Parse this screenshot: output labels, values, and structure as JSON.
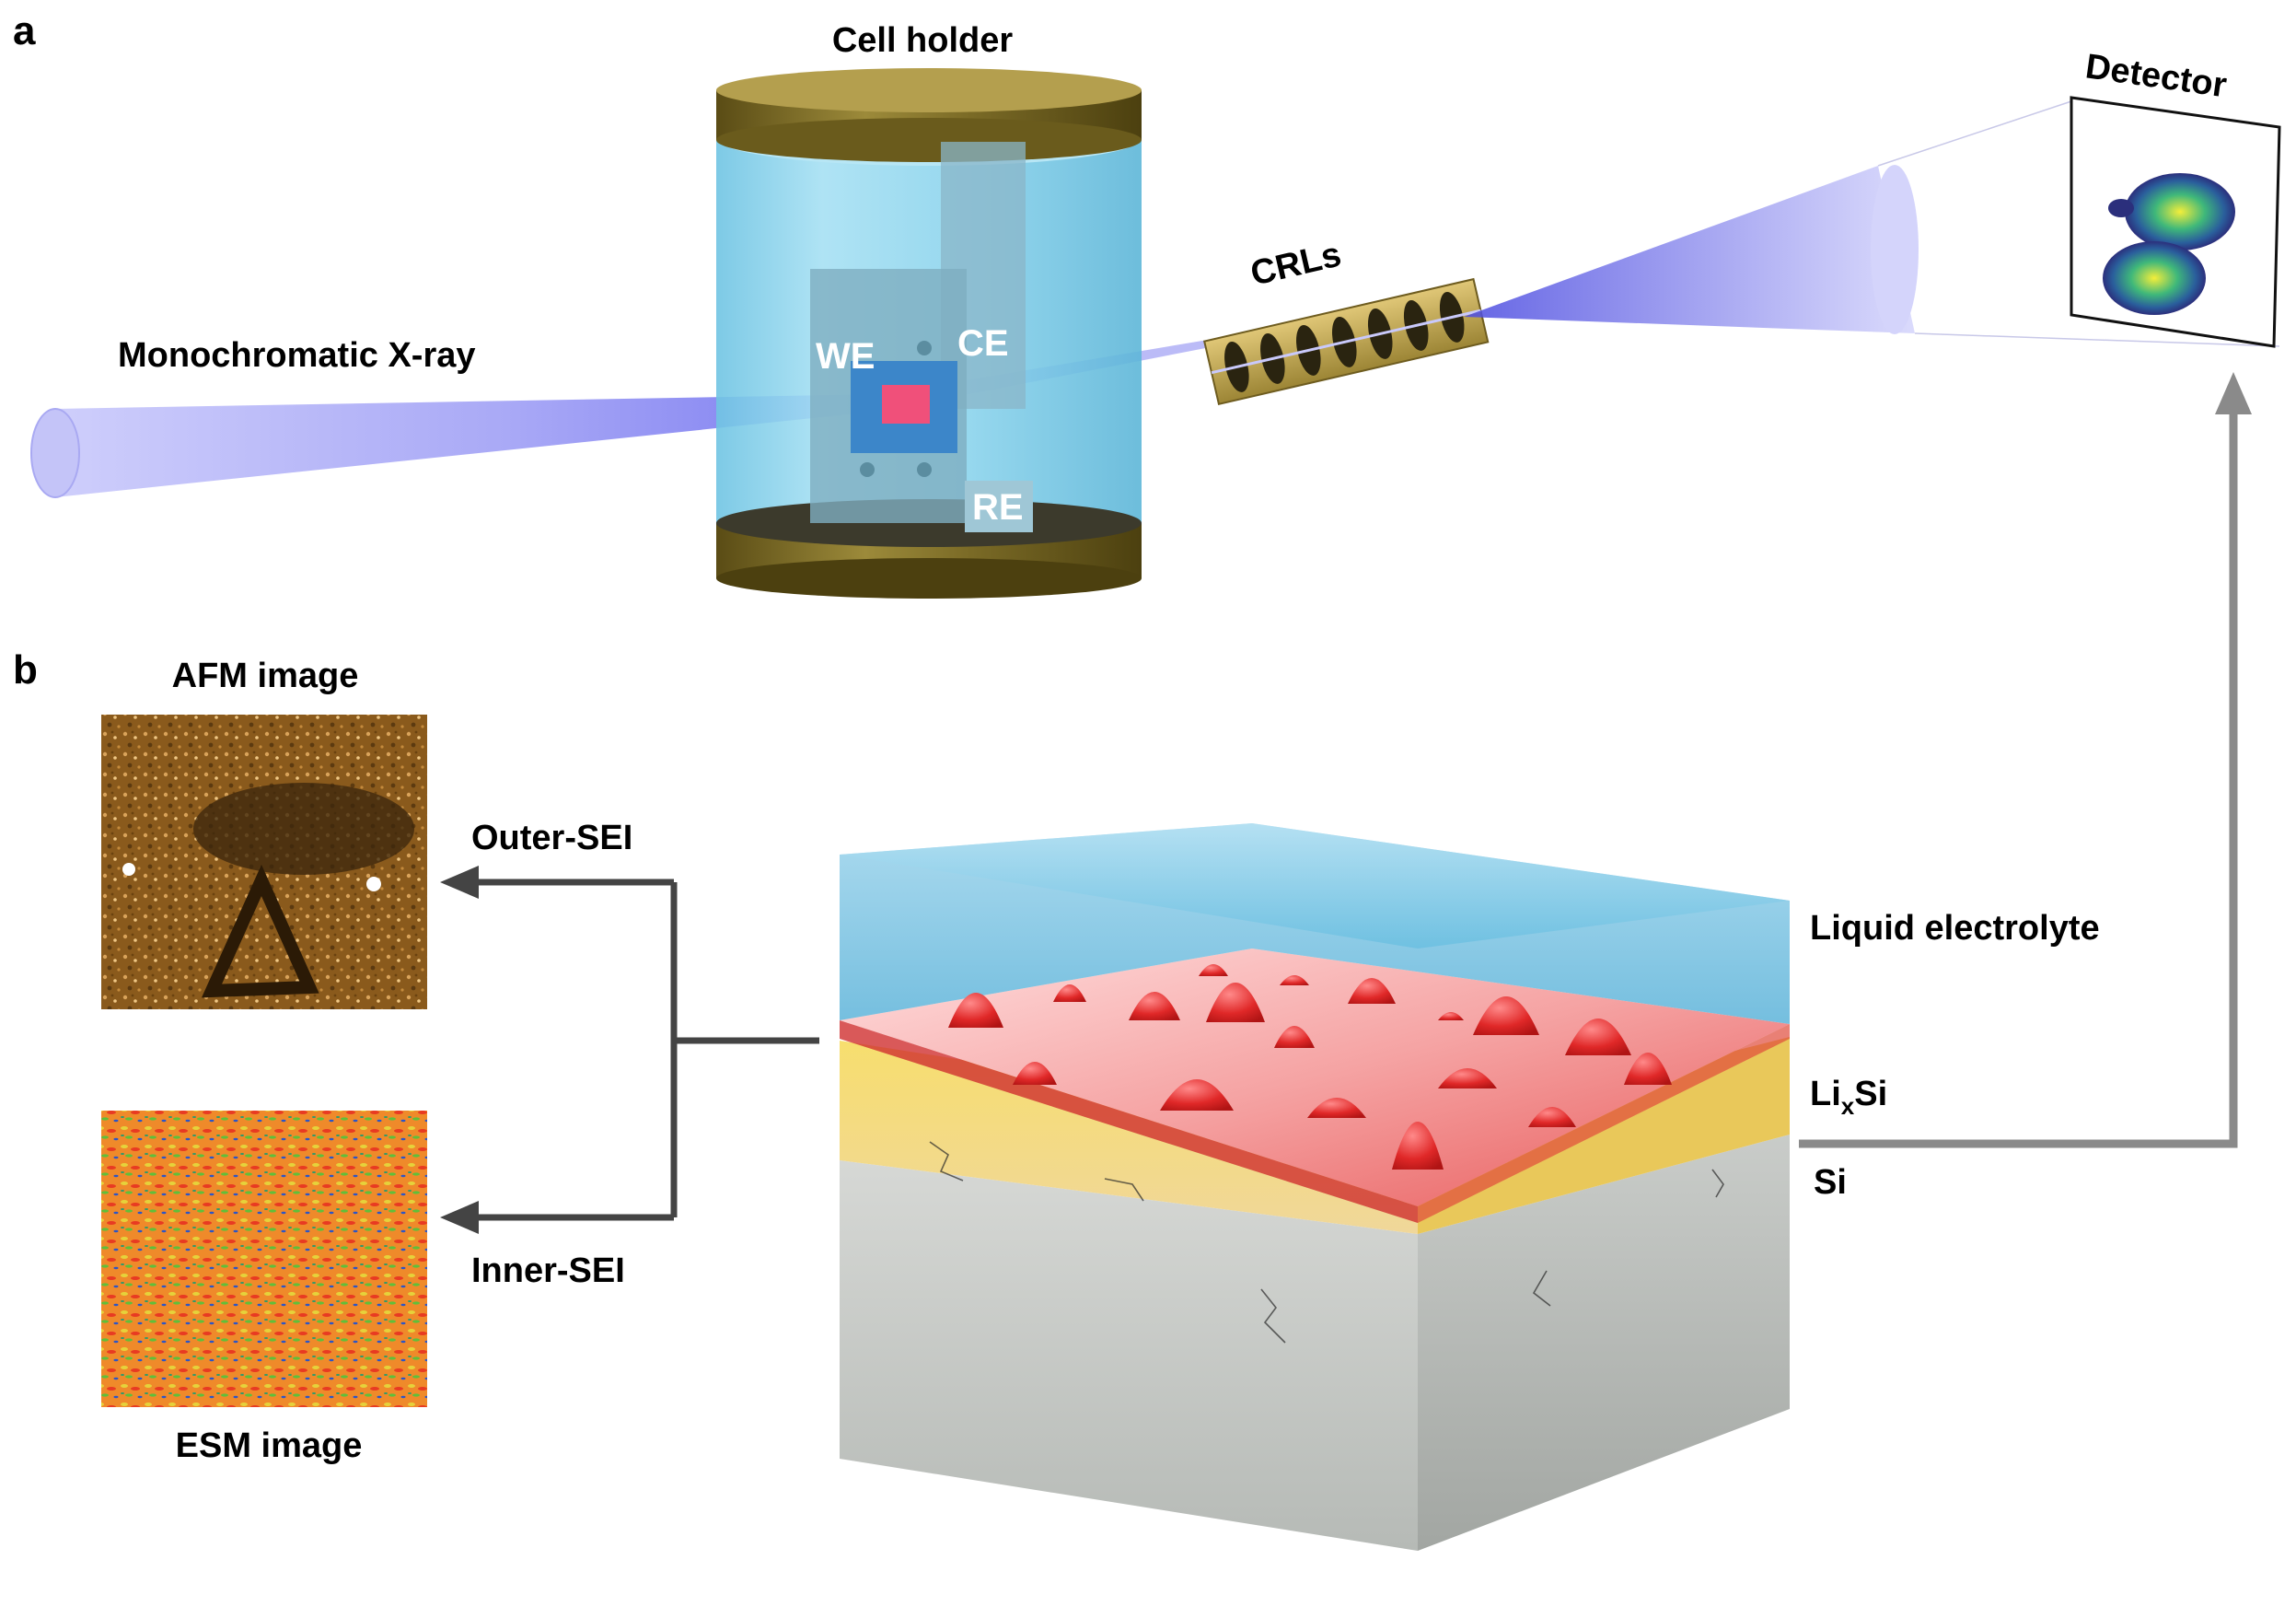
{
  "panel_a": {
    "letter": "a",
    "cell_holder_label": "Cell holder",
    "beam_label": "Monochromatic X-ray",
    "we_label": "WE",
    "ce_label": "CE",
    "re_label": "RE",
    "crls_label": "CRLs",
    "detector_label": "Detector"
  },
  "panel_b": {
    "letter": "b",
    "afm_label": "AFM image",
    "esm_label": "ESM image",
    "outer_sei_label": "Outer-SEI",
    "inner_sei_label": "Inner-SEI",
    "liquid_electrolyte_label": "Liquid electrolyte",
    "lixsi_main": "Li",
    "lixsi_sub": "x",
    "lixsi_tail": "Si",
    "si_label": "Si"
  },
  "colors": {
    "beam": "#7f7ff0",
    "cell_liquid": "#8fd6ee",
    "cap_gold": "#8a7a2e",
    "arrow_gray": "#8a8a8a",
    "connector_dark": "#444444",
    "sei_red": "#e23a3a",
    "lixsi_yellow": "#f3d35a",
    "si_gray": "#c9ccc9",
    "electrolyte_blue": "#9cd4ec"
  }
}
